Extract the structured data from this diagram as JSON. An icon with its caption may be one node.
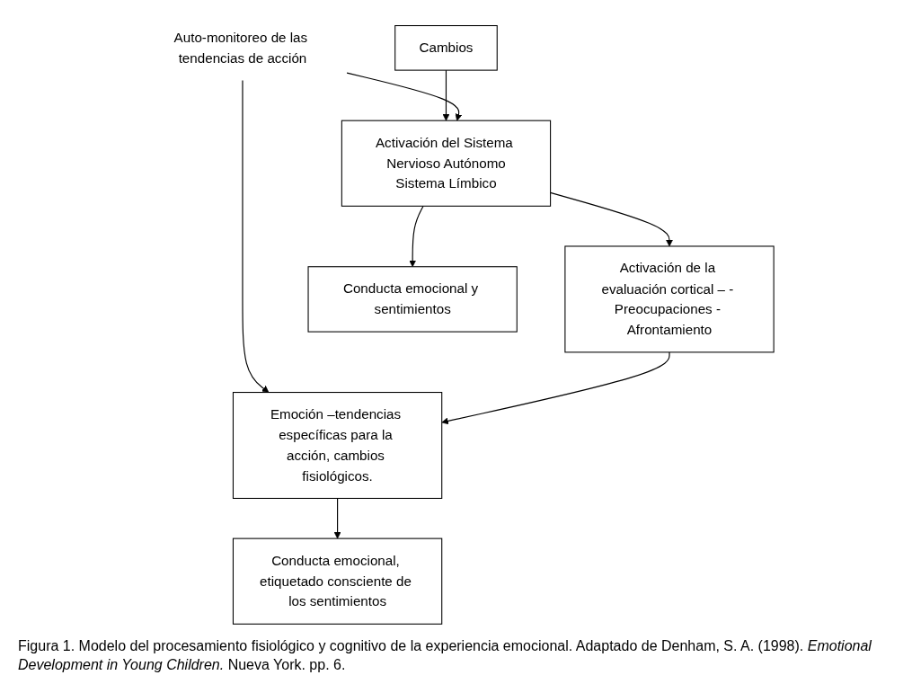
{
  "diagram": {
    "caption": "Figura 1. Modelo del procesamiento fisiológico y cognitivo de la experiencia emocional. Adaptado de Denham, S. A. (1998). *Emotional Development in Young Children.* Nueva York. pp. 6.",
    "nodes": [
      {
        "text": [
          "Auto-monitoreo de las tendencias de acción"
        ]
      },
      {
        "text": [
          "Cambios"
        ]
      },
      {
        "text": [
          "Activación del Sistema Nervioso Autónomo",
          "Sistema Límbico"
        ]
      },
      {
        "text": [
          "Activación de la evaluación cortical – - Preocupaciones - Afrontamiento"
        ]
      },
      {
        "text": [
          "Emoción –tendencias específicas para la acción, cambios fisiológicos."
        ]
      },
      {
        "text": [
          "Conducta emocional y sentimientos"
        ]
      },
      {
        "text": [
          "Conducta emocional, etiquetado consciente de los sentimientos"
        ]
      }
    ],
    "edges": [
      {
        "from": 1,
        "to": 2,
        "arrow": "to"
      },
      {
        "from": 0,
        "to": 2,
        "arrow": "to"
      },
      {
        "from": 0,
        "to": 4,
        "arrow": "to"
      },
      {
        "from": 2,
        "to": 3,
        "arrow": "to"
      },
      {
        "from": 3,
        "to": 4,
        "arrow": "to"
      },
      {
        "from": 2,
        "to": 5,
        "arrow": "to"
      },
      {
        "from": 4,
        "to": 6,
        "arrow": "to"
      }
    ]
  }
}
